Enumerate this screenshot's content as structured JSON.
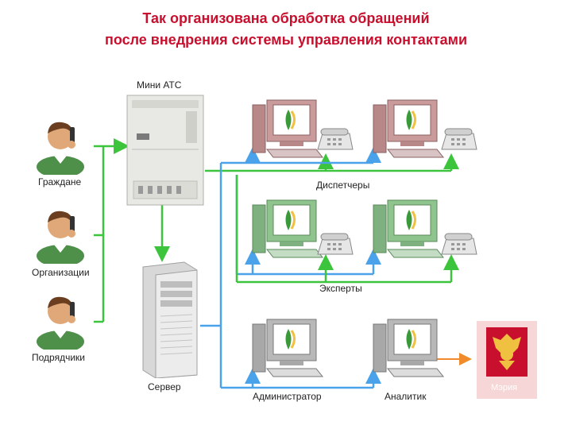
{
  "title": {
    "line1": "Так организована обработка обращений",
    "line2": "после внедрения системы управления контактами"
  },
  "labels": {
    "mini_ats": "Мини АТС",
    "citizens": "Граждане",
    "organizations": "Организации",
    "contractors": "Подрядчики",
    "server": "Сервер",
    "dispatchers": "Диспетчеры",
    "experts": "Эксперты",
    "administrator": "Администратор",
    "analyst": "Аналитик",
    "mayor": "Мэрия"
  },
  "colors": {
    "title": "#c8102e",
    "phone_line": "#3cc43c",
    "network_line": "#4aa3ea",
    "report_arrow": "#f08a2a",
    "dispatcher_pc": "#c99b9b",
    "expert_pc": "#8fc48f",
    "admin_pc": "#b8b8b8",
    "mayor_bg": "#f6d6d6"
  },
  "icons": [
    "person-with-phone-icon",
    "mini-ats-icon",
    "server-tower-icon",
    "workstation-icon",
    "desk-phone-icon",
    "coat-of-arms-icon"
  ]
}
